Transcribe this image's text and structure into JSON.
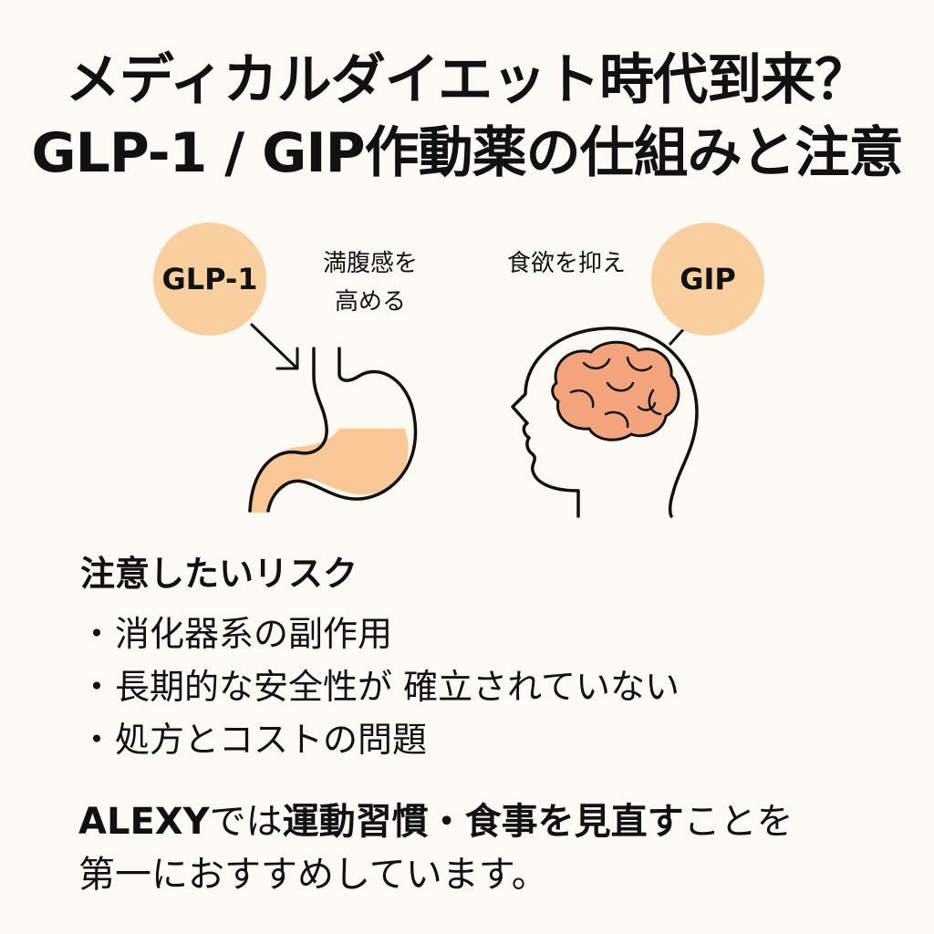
{
  "title": {
    "line1": "メディカルダイエット時代到来？",
    "line2": "GLP-1 / GIP作動薬の仕組みと注意"
  },
  "diagram": {
    "glp_label": "GLP-1",
    "glp_note_line1": "満腹感を",
    "glp_note_line2": "高める",
    "gip_label": "GIP",
    "gip_note": "食欲を抑え",
    "stomach_icon": "stomach-icon",
    "head_icon": "head-with-brain-icon",
    "colors": {
      "accent_circle": "#f9cf9f",
      "stomach_fill": "#f9c896",
      "brain_fill": "#f4a47c"
    }
  },
  "risks": {
    "heading": "注意したいリスク",
    "bullet": "・",
    "items": [
      "消化器系の副作用",
      "長期的な安全性が 確立されていない",
      "処方とコストの問題"
    ]
  },
  "footer": {
    "brand": "ALEXY",
    "line1_mid": "では",
    "line1_bold": "運動習慣・食事を見直す",
    "line1_end": "ことを",
    "line2": "第一におすすめしています。"
  }
}
